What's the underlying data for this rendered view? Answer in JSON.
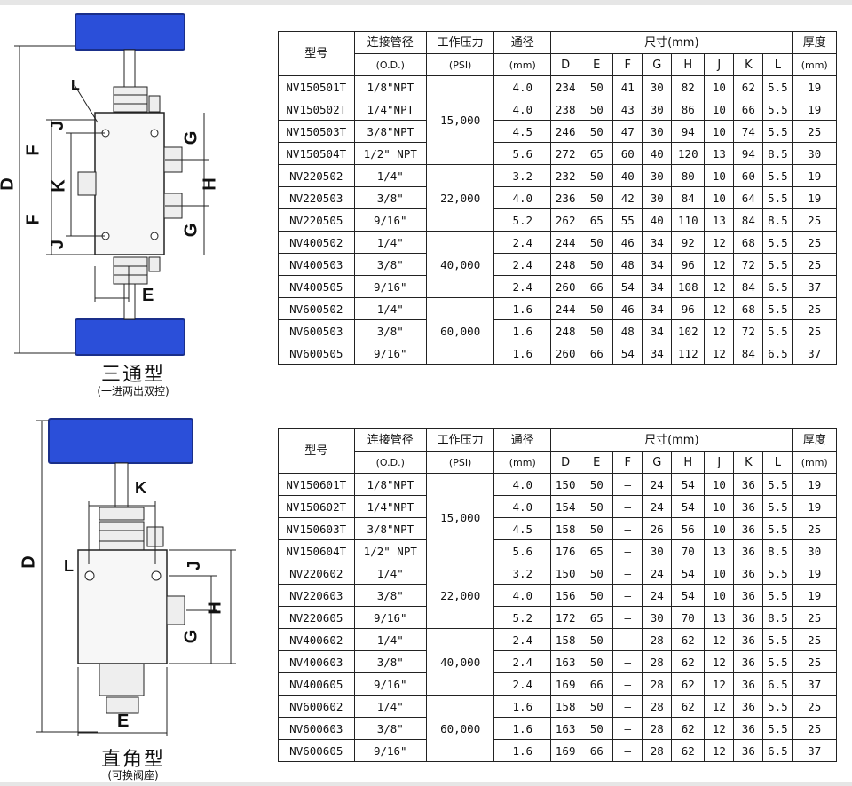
{
  "colors": {
    "handle": "#2b4fd9",
    "handle_edge": "#1a2f8a",
    "line": "#222222"
  },
  "tables": [
    {
      "id": "three-way",
      "headers": {
        "model": "型号",
        "pipe": "连接管径",
        "pipe_unit": "(O.D.)",
        "pressure": "工作压力",
        "pressure_unit": "(PSI)",
        "bore": "通径",
        "bore_unit": "(mm)",
        "size": "尺寸(mm)",
        "thick": "厚度",
        "thick_unit": "(mm)",
        "dims": [
          "D",
          "E",
          "F",
          "G",
          "H",
          "J",
          "K",
          "L"
        ]
      },
      "groups": [
        {
          "pressure": "15,000",
          "rows": [
            {
              "model": "NV150501T",
              "pipe": "1/8\"NPT",
              "bore": "4.0",
              "d": [
                "234",
                "50",
                "41",
                "30",
                "82",
                "10",
                "62",
                "5.5"
              ],
              "thick": "19"
            },
            {
              "model": "NV150502T",
              "pipe": "1/4\"NPT",
              "bore": "4.0",
              "d": [
                "238",
                "50",
                "43",
                "30",
                "86",
                "10",
                "66",
                "5.5"
              ],
              "thick": "19"
            },
            {
              "model": "NV150503T",
              "pipe": "3/8\"NPT",
              "bore": "4.5",
              "d": [
                "246",
                "50",
                "47",
                "30",
                "94",
                "10",
                "74",
                "5.5"
              ],
              "thick": "25"
            },
            {
              "model": "NV150504T",
              "pipe": "1/2\" NPT",
              "bore": "5.6",
              "d": [
                "272",
                "65",
                "60",
                "40",
                "120",
                "13",
                "94",
                "8.5"
              ],
              "thick": "30"
            }
          ]
        },
        {
          "pressure": "22,000",
          "rows": [
            {
              "model": "NV220502",
              "pipe": "1/4\"",
              "bore": "3.2",
              "d": [
                "232",
                "50",
                "40",
                "30",
                "80",
                "10",
                "60",
                "5.5"
              ],
              "thick": "19"
            },
            {
              "model": "NV220503",
              "pipe": "3/8\"",
              "bore": "4.0",
              "d": [
                "236",
                "50",
                "42",
                "30",
                "84",
                "10",
                "64",
                "5.5"
              ],
              "thick": "19"
            },
            {
              "model": "NV220505",
              "pipe": "9/16\"",
              "bore": "5.2",
              "d": [
                "262",
                "65",
                "55",
                "40",
                "110",
                "13",
                "84",
                "8.5"
              ],
              "thick": "25"
            }
          ]
        },
        {
          "pressure": "40,000",
          "rows": [
            {
              "model": "NV400502",
              "pipe": "1/4\"",
              "bore": "2.4",
              "d": [
                "244",
                "50",
                "46",
                "34",
                "92",
                "12",
                "68",
                "5.5"
              ],
              "thick": "25"
            },
            {
              "model": "NV400503",
              "pipe": "3/8\"",
              "bore": "2.4",
              "d": [
                "248",
                "50",
                "48",
                "34",
                "96",
                "12",
                "72",
                "5.5"
              ],
              "thick": "25"
            },
            {
              "model": "NV400505",
              "pipe": "9/16\"",
              "bore": "2.4",
              "d": [
                "260",
                "66",
                "54",
                "34",
                "108",
                "12",
                "84",
                "6.5"
              ],
              "thick": "37"
            }
          ]
        },
        {
          "pressure": "60,000",
          "rows": [
            {
              "model": "NV600502",
              "pipe": "1/4\"",
              "bore": "1.6",
              "d": [
                "244",
                "50",
                "46",
                "34",
                "96",
                "12",
                "68",
                "5.5"
              ],
              "thick": "25"
            },
            {
              "model": "NV600503",
              "pipe": "3/8\"",
              "bore": "1.6",
              "d": [
                "248",
                "50",
                "48",
                "34",
                "102",
                "12",
                "72",
                "5.5"
              ],
              "thick": "25"
            },
            {
              "model": "NV600505",
              "pipe": "9/16\"",
              "bore": "1.6",
              "d": [
                "260",
                "66",
                "54",
                "34",
                "112",
                "12",
                "84",
                "6.5"
              ],
              "thick": "37"
            }
          ]
        }
      ]
    },
    {
      "id": "right-angle",
      "headers": {
        "model": "型号",
        "pipe": "连接管径",
        "pipe_unit": "(O.D.)",
        "pressure": "工作压力",
        "pressure_unit": "(PSI)",
        "bore": "通径",
        "bore_unit": "(mm)",
        "size": "尺寸(mm)",
        "thick": "厚度",
        "thick_unit": "(mm)",
        "dims": [
          "D",
          "E",
          "F",
          "G",
          "H",
          "J",
          "K",
          "L"
        ]
      },
      "groups": [
        {
          "pressure": "15,000",
          "rows": [
            {
              "model": "NV150601T",
              "pipe": "1/8\"NPT",
              "bore": "4.0",
              "d": [
                "150",
                "50",
                "–",
                "24",
                "54",
                "10",
                "36",
                "5.5"
              ],
              "thick": "19"
            },
            {
              "model": "NV150602T",
              "pipe": "1/4\"NPT",
              "bore": "4.0",
              "d": [
                "154",
                "50",
                "–",
                "24",
                "54",
                "10",
                "36",
                "5.5"
              ],
              "thick": "19"
            },
            {
              "model": "NV150603T",
              "pipe": "3/8\"NPT",
              "bore": "4.5",
              "d": [
                "158",
                "50",
                "–",
                "26",
                "56",
                "10",
                "36",
                "5.5"
              ],
              "thick": "25"
            },
            {
              "model": "NV150604T",
              "pipe": "1/2\" NPT",
              "bore": "5.6",
              "d": [
                "176",
                "65",
                "–",
                "30",
                "70",
                "13",
                "36",
                "8.5"
              ],
              "thick": "30"
            }
          ]
        },
        {
          "pressure": "22,000",
          "rows": [
            {
              "model": "NV220602",
              "pipe": "1/4\"",
              "bore": "3.2",
              "d": [
                "150",
                "50",
                "–",
                "24",
                "54",
                "10",
                "36",
                "5.5"
              ],
              "thick": "19"
            },
            {
              "model": "NV220603",
              "pipe": "3/8\"",
              "bore": "4.0",
              "d": [
                "156",
                "50",
                "–",
                "24",
                "54",
                "10",
                "36",
                "5.5"
              ],
              "thick": "19"
            },
            {
              "model": "NV220605",
              "pipe": "9/16\"",
              "bore": "5.2",
              "d": [
                "172",
                "65",
                "–",
                "30",
                "70",
                "13",
                "36",
                "8.5"
              ],
              "thick": "25"
            }
          ]
        },
        {
          "pressure": "40,000",
          "rows": [
            {
              "model": "NV400602",
              "pipe": "1/4\"",
              "bore": "2.4",
              "d": [
                "158",
                "50",
                "–",
                "28",
                "62",
                "12",
                "36",
                "5.5"
              ],
              "thick": "25"
            },
            {
              "model": "NV400603",
              "pipe": "3/8\"",
              "bore": "2.4",
              "d": [
                "163",
                "50",
                "–",
                "28",
                "62",
                "12",
                "36",
                "5.5"
              ],
              "thick": "25"
            },
            {
              "model": "NV400605",
              "pipe": "9/16\"",
              "bore": "2.4",
              "d": [
                "169",
                "66",
                "–",
                "28",
                "62",
                "12",
                "36",
                "6.5"
              ],
              "thick": "37"
            }
          ]
        },
        {
          "pressure": "60,000",
          "rows": [
            {
              "model": "NV600602",
              "pipe": "1/4\"",
              "bore": "1.6",
              "d": [
                "158",
                "50",
                "–",
                "28",
                "62",
                "12",
                "36",
                "5.5"
              ],
              "thick": "25"
            },
            {
              "model": "NV600603",
              "pipe": "3/8\"",
              "bore": "1.6",
              "d": [
                "163",
                "50",
                "–",
                "28",
                "62",
                "12",
                "36",
                "5.5"
              ],
              "thick": "25"
            },
            {
              "model": "NV600605",
              "pipe": "9/16\"",
              "bore": "1.6",
              "d": [
                "169",
                "66",
                "–",
                "28",
                "62",
                "12",
                "36",
                "6.5"
              ],
              "thick": "37"
            }
          ]
        }
      ]
    }
  ],
  "drawings": {
    "three_way": {
      "title": "三通型",
      "subtitle": "(一进两出双控)",
      "labels": {
        "D": "D",
        "F1": "F",
        "F2": "F",
        "K": "K",
        "J1": "J",
        "J2": "J",
        "L": "L",
        "G1": "G",
        "G2": "G",
        "H": "H",
        "E": "E"
      }
    },
    "right_angle": {
      "title": "直角型",
      "subtitle": "(可换阀座)",
      "labels": {
        "D": "D",
        "K": "K",
        "L": "L",
        "J": "J",
        "H": "H",
        "G": "G",
        "E": "E"
      }
    }
  }
}
